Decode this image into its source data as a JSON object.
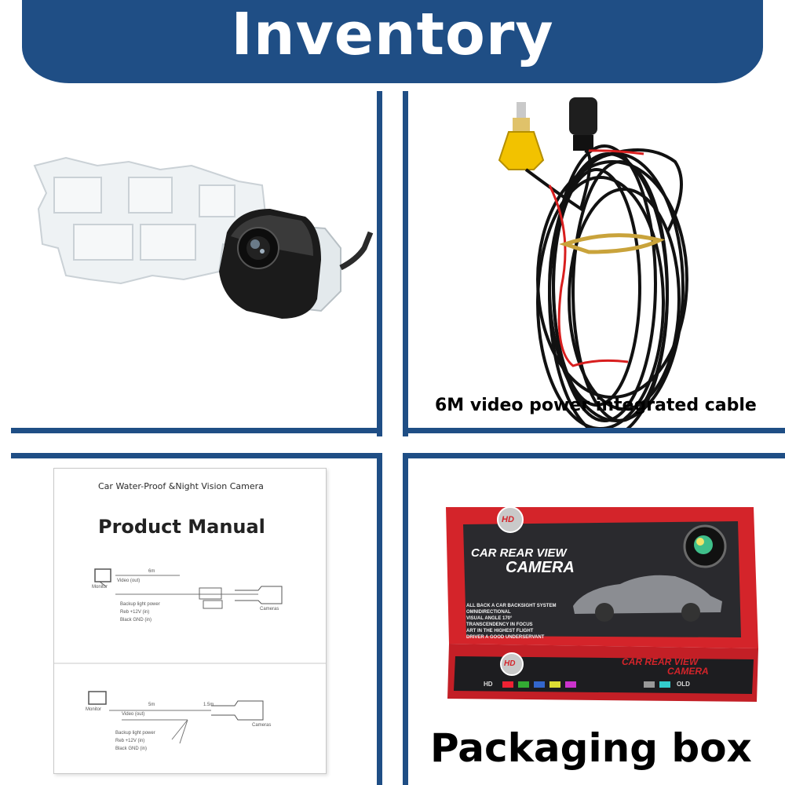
{
  "header": {
    "title": "Inventory"
  },
  "panels": {
    "camera": {},
    "cable": {
      "caption": "6M video power integrated cable"
    },
    "manual": {
      "subtitle": "Car Water-Proof &Night Vision Camera",
      "title": "Product Manual",
      "diagram1": {
        "distance": "6m",
        "monitor": "Monitor",
        "video": "Video (out)",
        "backup": "Backup light power",
        "red": "Reb +12V (in)",
        "black": "Black GND (in)",
        "cameras": "Cameras"
      },
      "diagram2": {
        "distance_a": "5m",
        "distance_b": "1.5m",
        "monitor": "Monitor",
        "video": "Video (out)",
        "backup": "Backup light power",
        "red": "Reb +12V (in)",
        "black": "Black GND (in)",
        "cameras": "Cameras"
      }
    },
    "box": {
      "badge": "HD",
      "title_line1": "CAR REAR VIEW",
      "title_line2": "CAMERA",
      "features": [
        "ALL BACK A CAR BACKSIGHT SYSTEM",
        "OMNIDIRECTIONAL",
        "VISUAL ANGLE 170°",
        "TRANSCENDENCY IN FOCUS",
        "ART IN THE HIGHEST FLIGHT",
        "DRIVER A GOOD UNDERSERVANT"
      ],
      "side_title_line1": "CAR REAR VIEW",
      "side_title_line2": "CAMERA",
      "side_badge": "HD",
      "side_strip_left": "HD",
      "side_strip_right": "OLD",
      "caption": "Packaging box"
    }
  },
  "colors": {
    "brand_blue": "#1f4e85",
    "box_red": "#d4242a",
    "cable_yellow": "#f2c200",
    "cable_red": "#d81e1e"
  }
}
